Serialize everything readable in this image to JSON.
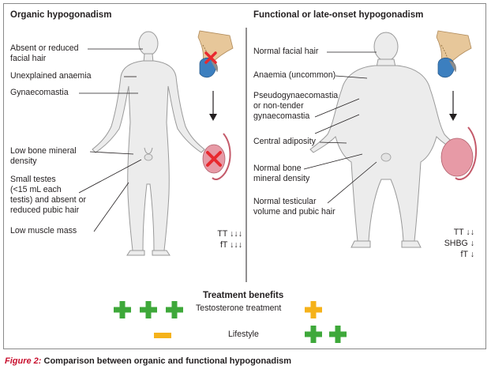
{
  "colors": {
    "red_x": "#e8292f",
    "green_plus": "#3ea83a",
    "yellow": "#f5b21a",
    "figure_label": "#c8102e",
    "testis_pink": "#e79aa6",
    "pituitary_blue": "#3c7fbf",
    "brain_tan": "#e7c79a"
  },
  "icons": [
    "pituitary-gland-icon",
    "testis-icon",
    "cross-icon",
    "arrow-down-icon",
    "plus-icon",
    "minus-icon"
  ],
  "left": {
    "title": "Organic hypogonadism",
    "labels": [
      "Absent or reduced",
      "facial hair",
      "Unexplained anaemia",
      "Gynaecomastia",
      "Low bone mineral",
      "density",
      "Small testes",
      "(<15 mL each",
      "testis) and absent or",
      "reduced pubic hair",
      "Low muscle mass"
    ],
    "hormones": [
      "TT ↓↓↓",
      "fT ↓↓↓"
    ]
  },
  "right": {
    "title": "Functional or late-onset hypogonadism",
    "labels": [
      "Normal facial hair",
      "Anaemia (uncommon)",
      "Pseudogynaecomastia",
      "or non-tender",
      "gynaecomastia",
      "Central adiposity",
      "Normal bone",
      "mineral density",
      "Normal testicular",
      "volume and pubic hair"
    ],
    "hormones": [
      "TT ↓↓",
      "SHBG ↓",
      "fT ↓"
    ]
  },
  "treatment": {
    "title": "Treatment benefits",
    "testosterone_label": "Testosterone treatment",
    "lifestyle_label": "Lifestyle",
    "testosterone_organic_pluses": 3,
    "testosterone_functional_pluses": 1,
    "lifestyle_organic": "minus",
    "lifestyle_functional_pluses": 2
  },
  "caption": {
    "label": "Figure 2:",
    "text": " Comparison between organic and functional hypogonadism"
  }
}
